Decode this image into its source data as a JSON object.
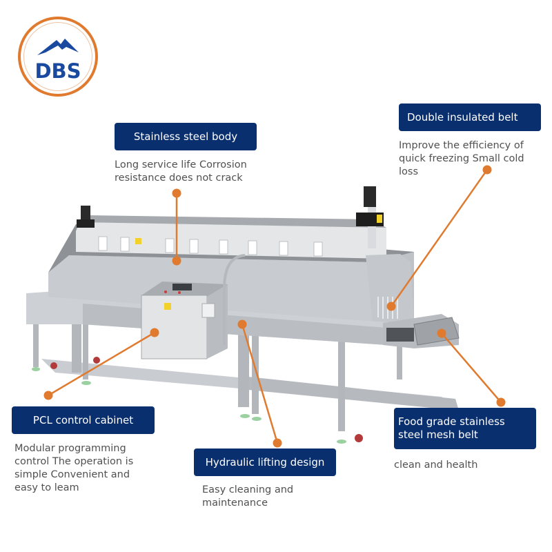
{
  "brand": {
    "logo_text": "DBS",
    "logo_icon": "mountain-icon",
    "colors": {
      "ring": "#e07a2e",
      "text": "#1a4aa0"
    }
  },
  "theme": {
    "label_bg": "#0a2f6e",
    "label_text": "#ffffff",
    "accent": "#e07a2e",
    "desc_text": "#505050"
  },
  "callouts": [
    {
      "id": "stainless-steel-body",
      "title": "Stainless steel body",
      "description": "Long service life Corrosion resistance does not crack"
    },
    {
      "id": "double-insulated-belt",
      "title": "Double insulated belt",
      "description": "Improve the efficiency of quick freezing Small cold loss"
    },
    {
      "id": "pcl-control-cabinet",
      "title": "PCL control cabinet",
      "description": "Modular programming control The operation is simple Convenient and easy to leam"
    },
    {
      "id": "hydraulic-lifting-design",
      "title": "Hydraulic lifting design",
      "description": "Easy cleaning and maintenance"
    },
    {
      "id": "food-grade-mesh-belt",
      "title": "Food grade stainless steel mesh belt",
      "description": "clean and health"
    }
  ]
}
